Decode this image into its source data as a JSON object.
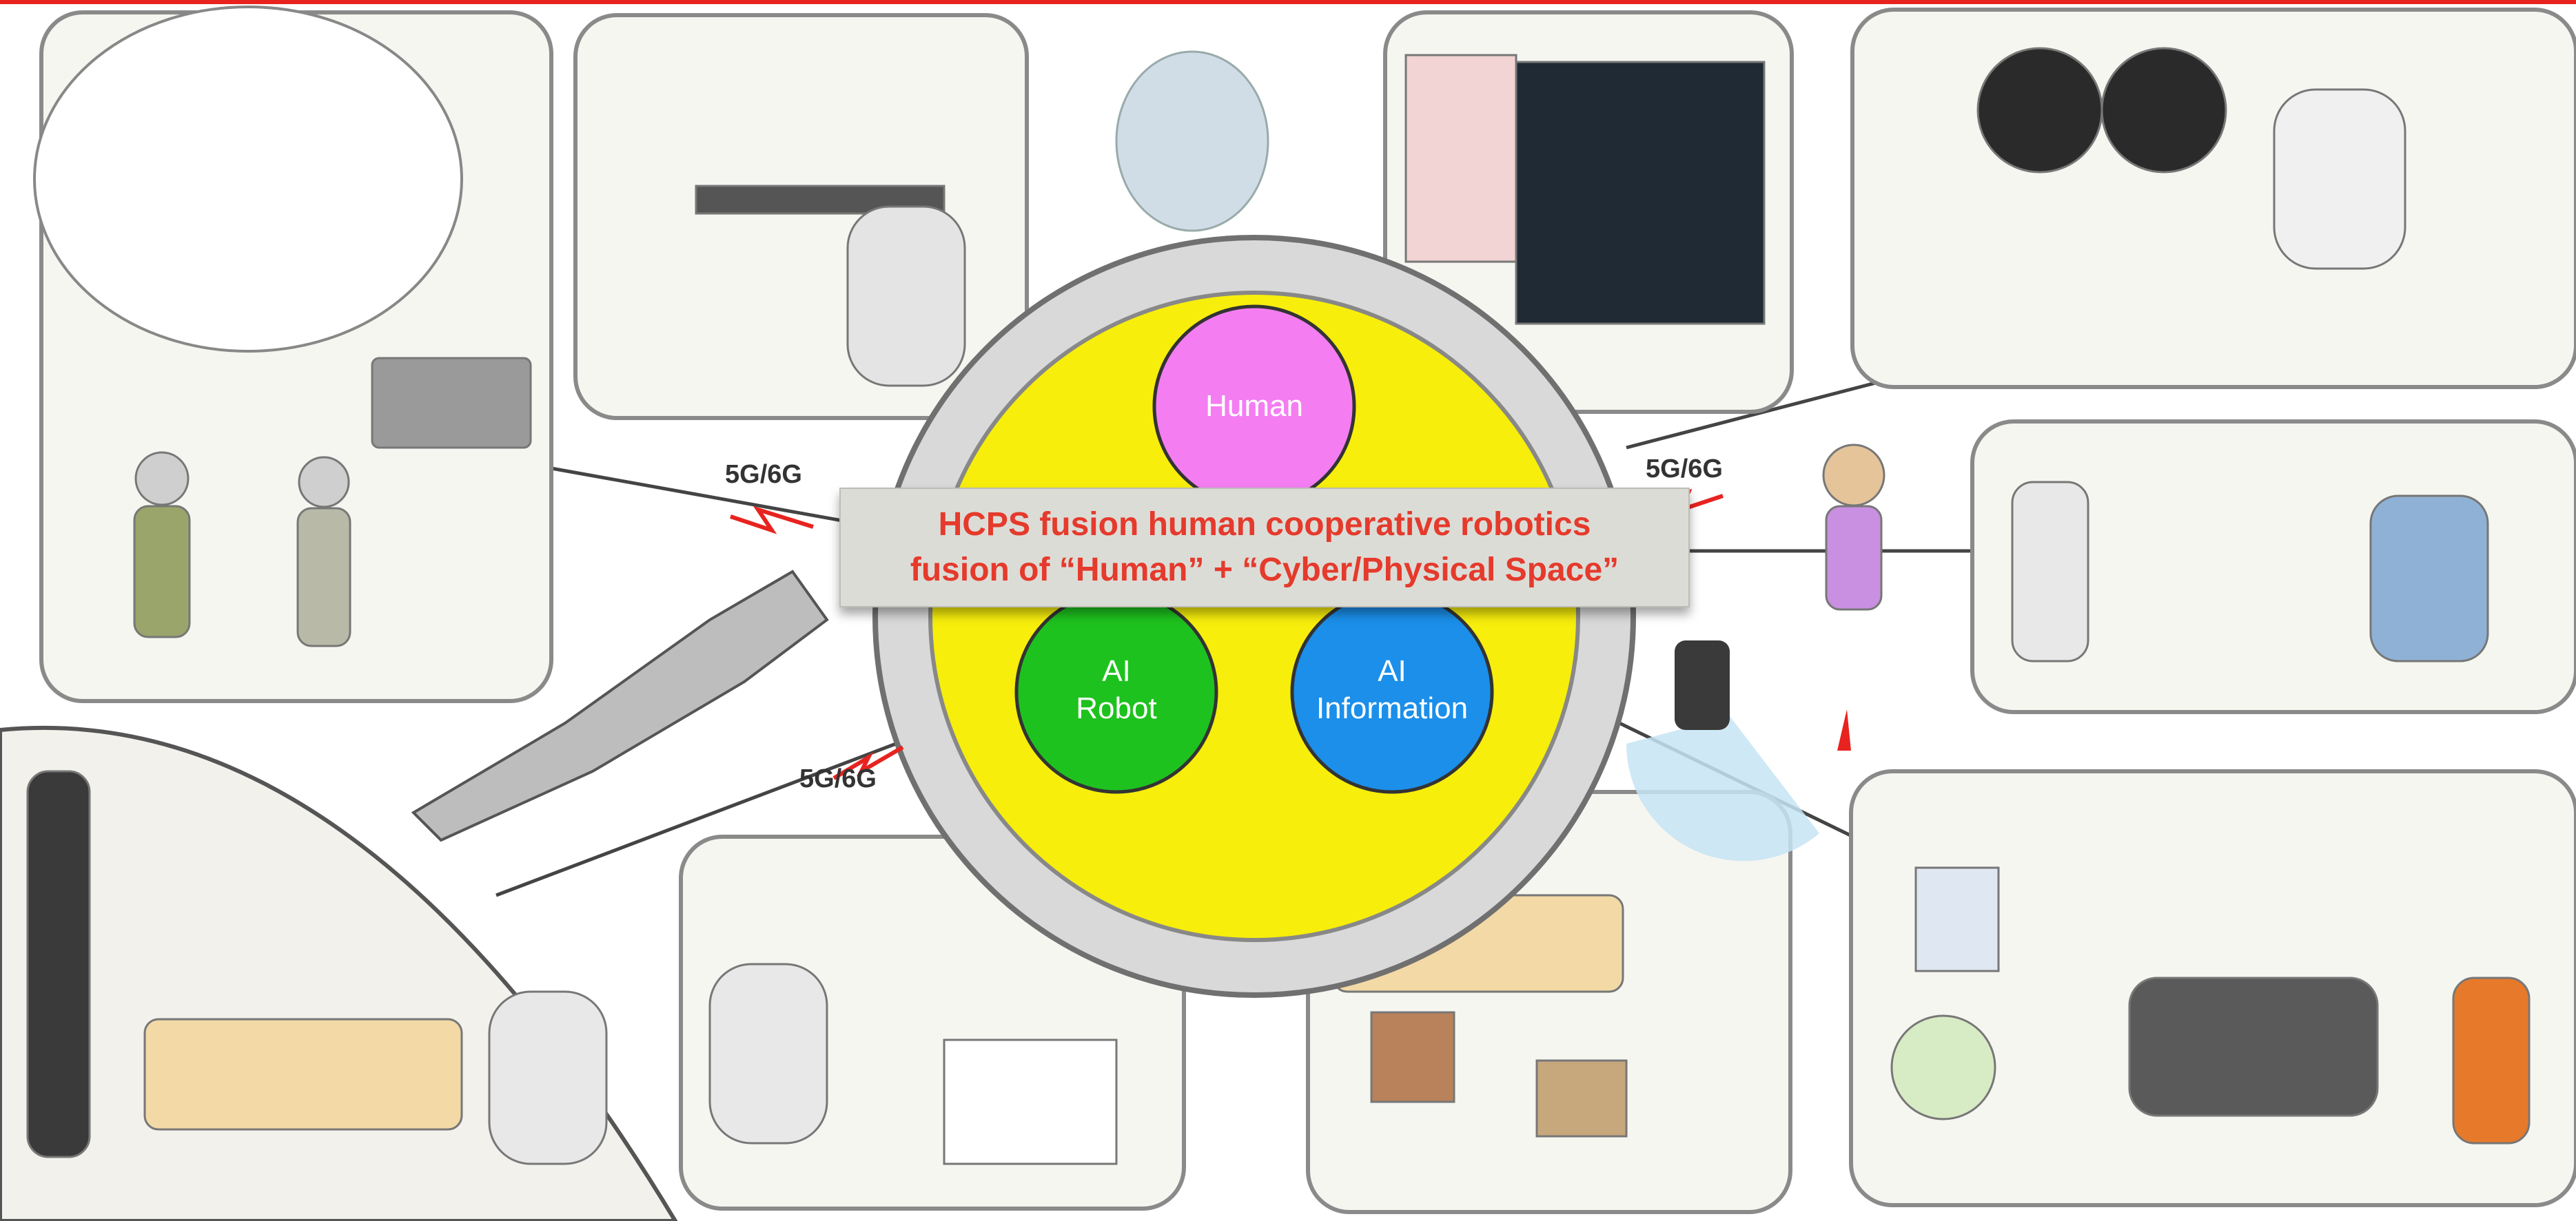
{
  "banner": {
    "line1": "HCPS fusion human cooperative robotics",
    "line2": "fusion of “Human” + “Cyber/Physical Space”"
  },
  "center": {
    "human": "Human",
    "ai_robot_line1": "AI",
    "ai_robot_line2": "Robot",
    "ai_info_line1": "AI",
    "ai_info_line2": "Information"
  },
  "network_labels": {
    "left_upper": "5G/6G",
    "left_lower": "5G/6G",
    "right_upper": "5G/6G"
  },
  "colors": {
    "accent_red": "#e8231f",
    "ring": "#d9d9d9",
    "inner_disc": "#f7ee0c",
    "human_circle": "#f47df2",
    "ai_robot_circle": "#1ec21e",
    "ai_info_circle": "#1b8fea",
    "banner_text": "#e53a2c"
  }
}
